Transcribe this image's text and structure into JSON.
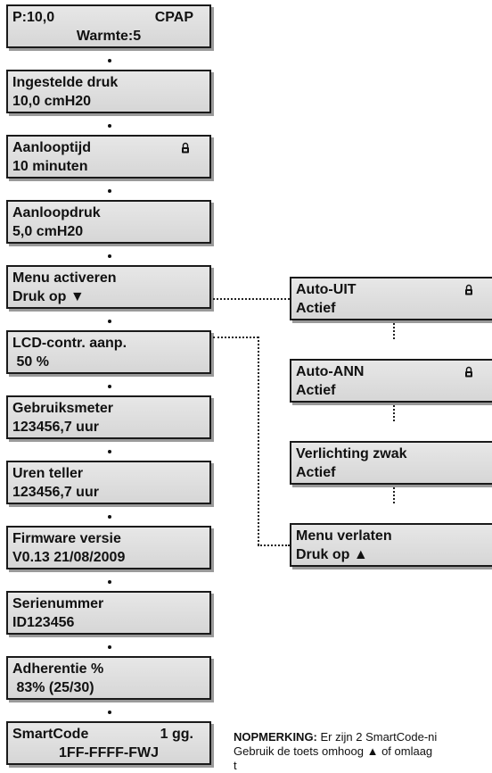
{
  "main_menu": [
    {
      "line1": "P:10,0",
      "right": "CPAP",
      "line2": "Warmte:5"
    },
    {
      "line1": "Ingestelde druk",
      "line2": "10,0 cmH20"
    },
    {
      "line1": "Aanlooptijd",
      "line2": "10 minuten",
      "locked": true
    },
    {
      "line1": "Aanloopdruk",
      "line2": "5,0 cmH20"
    },
    {
      "line1": "Menu activeren",
      "line2": "Druk op ▼"
    },
    {
      "line1": "LCD-contr. aanp.",
      "line2": " 50 %"
    },
    {
      "line1": "Gebruiksmeter",
      "line2": "123456,7 uur"
    },
    {
      "line1": "Uren teller",
      "line2": "123456,7 uur"
    },
    {
      "line1": "Firmware versie",
      "line2": "V0.13 21/08/2009"
    },
    {
      "line1": "Serienummer",
      "line2": "ID123456"
    },
    {
      "line1": "Adherentie %",
      "line2": " 83% (25/30)"
    },
    {
      "line1": "SmartCode",
      "right": "1 gg.",
      "line2": "1FF-FFFF-FWJ"
    }
  ],
  "sub_menu": [
    {
      "line1": "Auto-UIT",
      "line2": "Actief",
      "locked": true
    },
    {
      "line1": "Auto-ANN",
      "line2": "Actief",
      "locked": true
    },
    {
      "line1": "Verlichting zwak",
      "line2": "Actief"
    },
    {
      "line1": "Menu verlaten",
      "line2": "Druk op ▲"
    }
  ],
  "note": {
    "label": "NOPMERKING:",
    "line1_rest": " Er zijn 2 SmartCode-ni",
    "line2": "Gebruik de toets omhoog ▲ of omlaag",
    "line3": "t"
  }
}
